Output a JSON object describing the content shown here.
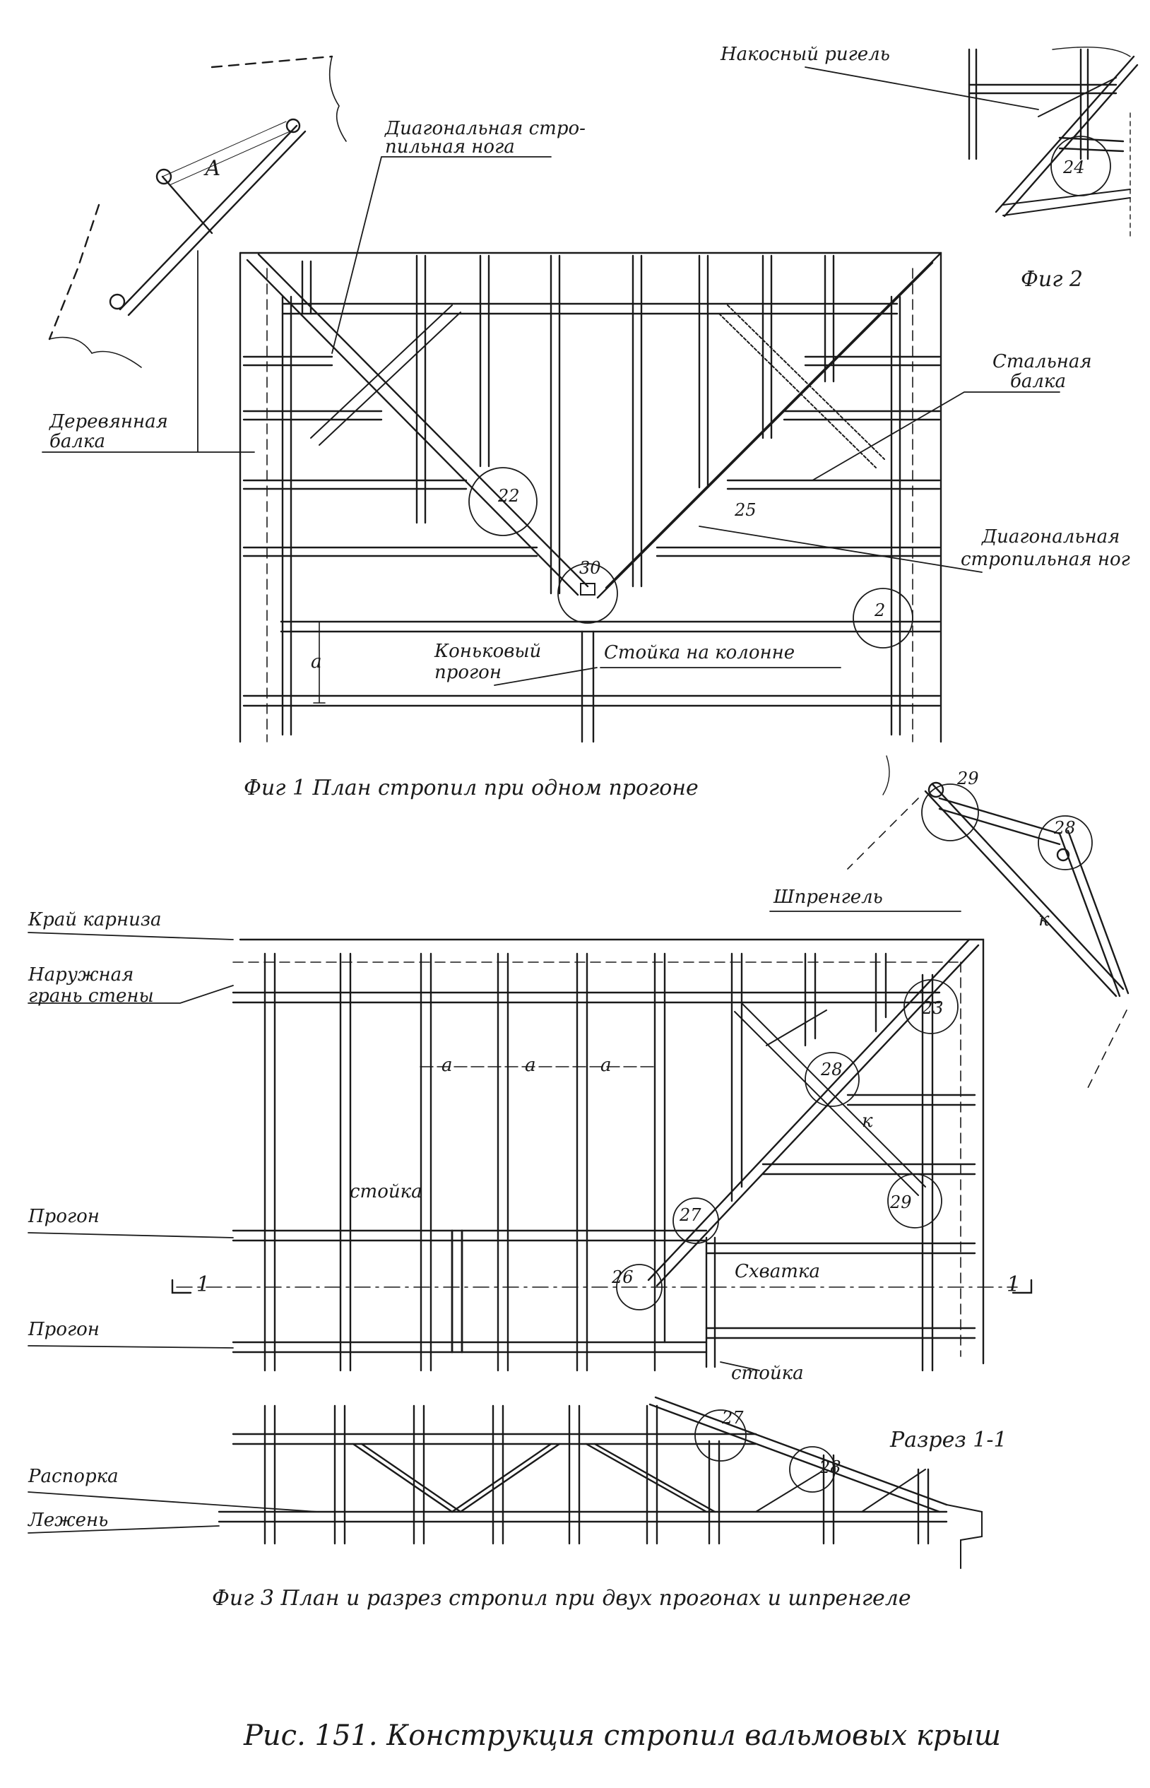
{
  "figure_caption": "Рис. 151. Конструкция стропил вальмовых крыш",
  "fig1": {
    "caption": "Фиг 1 План стропил при одном прогоне",
    "labels": {
      "diagonal_leg_top": "Диагональная стро-",
      "diagonal_leg_top2": "пильная нога",
      "diagonal_leg_right": "Диагональная",
      "diagonal_leg_right2": "стропильная ног",
      "wooden_beam": "Деревянная",
      "wooden_beam2": "балка",
      "steel_beam": "Стальная",
      "steel_beam2": "балка",
      "ridge_purlin": "Коньковый",
      "ridge_purlin2": "прогон",
      "post_on_column": "Стойка на колонне",
      "detail_a": "А",
      "dim_a": "а"
    },
    "callouts": [
      "22",
      "25",
      "30",
      "2"
    ]
  },
  "fig2": {
    "caption": "Фиг 2",
    "labels": {
      "hip_rafter": "Накосный ригель"
    },
    "callouts": [
      "24"
    ]
  },
  "fig3": {
    "caption": "Фиг 3 План и разрез стропил при двух прогонах и шпренгеле",
    "section_title": "Разрез 1-1",
    "labels": {
      "eave_edge": "Край карниза",
      "outer_wall": "Наружная",
      "outer_wall2": "грань стены",
      "purlin_1": "Прогон",
      "purlin_2": "Прогон",
      "post_1": "стойка",
      "post_2": "стойка",
      "clamp": "Схватка",
      "sprengel": "Шпренгель",
      "strut": "Распорка",
      "sill": "Лежень",
      "dim_a": "а",
      "dim_k": "к",
      "section_mark_left": "1",
      "section_mark_right": "1"
    },
    "callouts": [
      "23",
      "28",
      "29",
      "27",
      "26",
      "27",
      "28",
      "28",
      "29"
    ]
  }
}
